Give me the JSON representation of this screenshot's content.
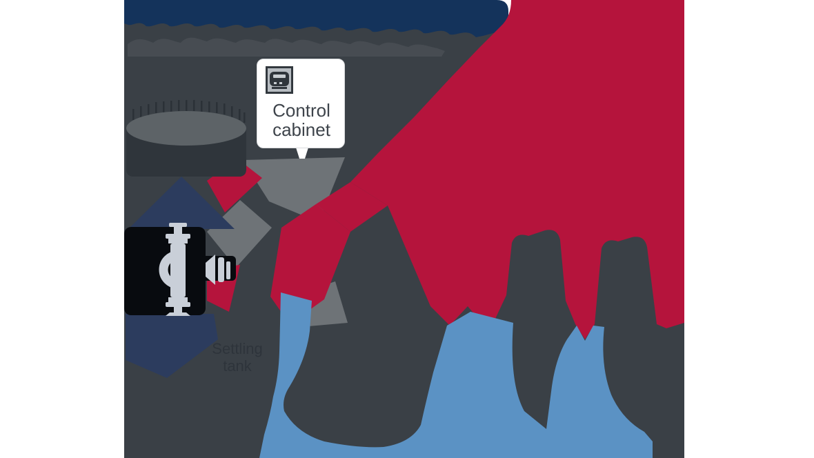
{
  "diagram": {
    "type": "industrial-plant-illustration",
    "control_cabinet": {
      "label": "Control cabinet",
      "icon": "control-device-icon"
    },
    "settling_tank": {
      "label": "Settling tank"
    },
    "elements": [
      "title-text-blob",
      "storage-tank-with-railing",
      "control-cabinet-card",
      "flow-meter-callout",
      "red-flow-ribbon",
      "plant-silhouette",
      "water-flow-shape"
    ]
  },
  "palette": {
    "navy": "#14335B",
    "navy_diamond": "#2C3C5E",
    "red": "#B5143C",
    "charcoal": "#3A4046",
    "gray": "#6E7377",
    "strip_gray": "#474C52",
    "blue": "#5B92C4",
    "black": "#080B0F",
    "light_gray": "#C9CFD8",
    "tank_top": "#5D6367",
    "tank_body": "#2F353B",
    "tank_post": "#2B3137",
    "card_bg": "#FFFFFF",
    "card_text": "#3E444B",
    "settling_text": "#2E343B"
  }
}
